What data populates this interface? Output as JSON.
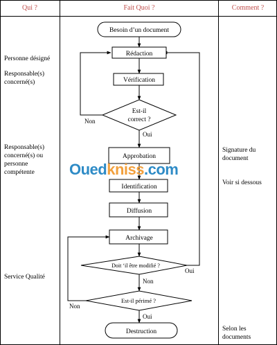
{
  "headers": {
    "who": "Qui ?",
    "what": "Fait Quoi ?",
    "how": "Comment ?"
  },
  "who": {
    "personne_designe": "Personne désigné",
    "responsables_1": "Responsable(s)\nconcerné(s)",
    "responsables_2": "Responsable(s)\nconcerné(s) ou\npersonne\ncompétente",
    "service_qualite": "Service Qualité"
  },
  "how": {
    "signature": "Signature du\ndocument",
    "voir": "Voir si dessous",
    "selon": "Selon les\ndocuments"
  },
  "flow": {
    "start": "Besoin d’un document",
    "redaction": "Rédaction",
    "verification": "Vérification",
    "decision_correct": "Est-il\ncorrect ?",
    "oui_1": "Oui",
    "non_1": "Non",
    "approbation": "Approbation",
    "identification": "Identification",
    "diffusion": "Diffusion",
    "archivage": "Archivage",
    "decision_modifie": "Doit ‘il être modifié ?",
    "oui_2": "Oui",
    "non_2": "Non",
    "decision_perime": "Est-il périmé ?",
    "oui_3": "Oui",
    "non_3": "Non",
    "end": "Destruction"
  },
  "watermark": {
    "part1": "Oued",
    "part2": "kniss",
    "part3": ".com"
  },
  "colors": {
    "header_text": "#c0504d",
    "border": "#000000",
    "watermark_blue": "#2e8bc6",
    "watermark_orange": "#f2a03d"
  }
}
